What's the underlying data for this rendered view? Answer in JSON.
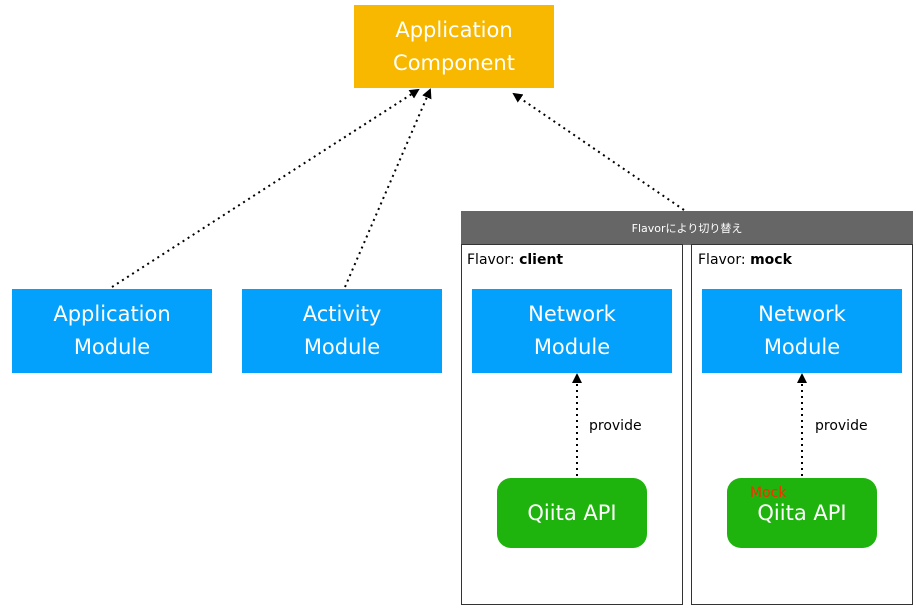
{
  "diagram": {
    "app_component": {
      "line1": "Application",
      "line2": "Component"
    },
    "app_module": {
      "line1": "Application",
      "line2": "Module"
    },
    "activity_module": {
      "line1": "Activity",
      "line2": "Module"
    },
    "flavor_switch_header": "Flavorにより切り替え",
    "flavor_client": {
      "prefix": "Flavor: ",
      "name": "client",
      "network_module": {
        "line1": "Network",
        "line2": "Module"
      },
      "provide_label": "provide",
      "api": "Qiita API"
    },
    "flavor_mock": {
      "prefix": "Flavor: ",
      "name": "mock",
      "network_module": {
        "line1": "Network",
        "line2": "Module"
      },
      "provide_label": "provide",
      "mock_tag": "Mock",
      "api": "Qiita API"
    }
  },
  "colors": {
    "component": "#f8b800",
    "module": "#03a1fb",
    "api": "#1fb40d",
    "header": "#666666",
    "mock_tag": "#ff2a00"
  }
}
